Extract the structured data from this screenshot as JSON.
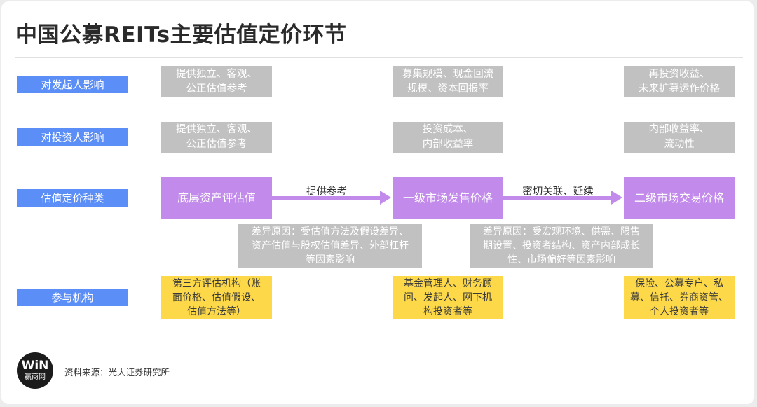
{
  "title": "中国公募REITs主要估值定价环节",
  "row_labels": [
    "对发起人影响",
    "对投资人影响",
    "估值定价种类",
    "参与机构"
  ],
  "issuer_impact": [
    "提供独立、客观、\n公正估值参考",
    "募集规模、现金回流\n规模、资本回报率",
    "再投资收益、\n未来扩募运作价格"
  ],
  "investor_impact": [
    "提供独立、客观、\n公正估值参考",
    "投资成本、\n内部收益率",
    "内部收益率、\n流动性"
  ],
  "valuation_types": [
    "底层资产评估值",
    "一级市场发售价格",
    "二级市场交易价格"
  ],
  "arrows": [
    "提供参考",
    "密切关联、延续"
  ],
  "differences": [
    "差异原因：受估值方法及假设差异、\n资产估值与股权估值差异、外部杠杆\n等因素影响",
    "差异原因：受宏观环境、供需、限售\n期设置、投资者结构、资产内部成长\n性、市场偏好等因素影响"
  ],
  "institutions": [
    "第三方评估机构（账\n面价格、估值假设、\n估值方法等）",
    "基金管理人、财务顾\n问、发起人、网下机\n构投资者等",
    "保险、公募专户、私\n募、信托、券商资管、\n个人投资者等"
  ],
  "logo": {
    "mark": "WiN",
    "name": "赢商网"
  },
  "source": "资料来源：光大证券研究所",
  "colors": {
    "label_blue": "#5b8ef7",
    "gray": "#c1c1c1",
    "purple": "#c28aeb",
    "yellow": "#fdd94a"
  }
}
